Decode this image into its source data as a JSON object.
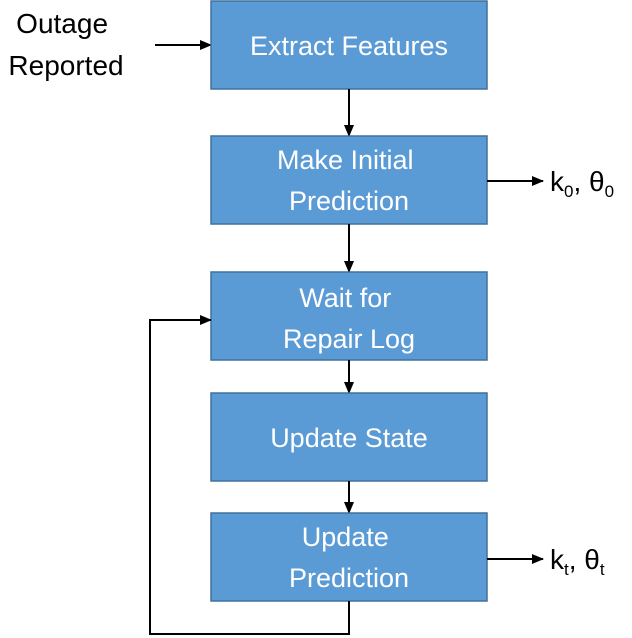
{
  "colors": {
    "box_fill": "#5b9bd5",
    "box_stroke": "#41719c",
    "arrow": "#000000"
  },
  "input": {
    "line1": "Outage",
    "line2": "Reported"
  },
  "steps": [
    {
      "line1": "Extract Features",
      "line2": ""
    },
    {
      "line1": "Make Initial",
      "line2": "Prediction"
    },
    {
      "line1": "Wait for",
      "line2": "Repair Log"
    },
    {
      "line1": "Update State",
      "line2": ""
    },
    {
      "line1": "Update",
      "line2": "Prediction"
    }
  ],
  "outputs": {
    "initial": {
      "k": "k",
      "k_sub": "0",
      "sep": ", ",
      "theta": "θ",
      "theta_sub": "0"
    },
    "updated": {
      "k": "k",
      "k_sub": "t",
      "sep": ", ",
      "theta": "θ",
      "theta_sub": "t"
    }
  }
}
